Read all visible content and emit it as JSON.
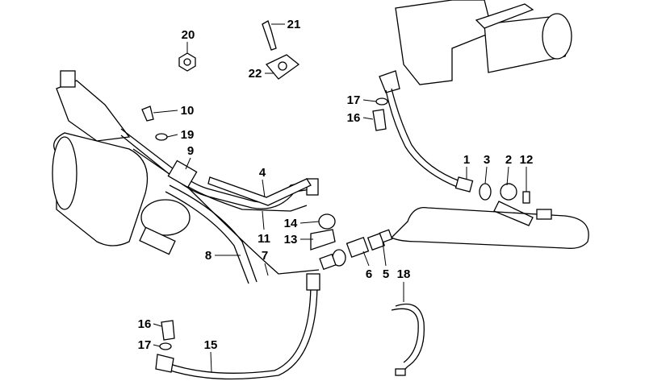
{
  "diagram": {
    "title": "Clutch hydraulic line parts diagram",
    "callouts": {
      "c20": "20",
      "c21": "21",
      "c22": "22",
      "c10": "10",
      "c19": "19",
      "c9": "9",
      "c4": "4",
      "c11": "11",
      "c14": "14",
      "c13": "13",
      "c8": "8",
      "c7": "7",
      "c6": "6",
      "c5": "5",
      "c18": "18",
      "c17a": "17",
      "c16a": "16",
      "c1": "1",
      "c3": "3",
      "c2": "2",
      "c12": "12",
      "c16b": "16",
      "c17b": "17",
      "c15": "15"
    }
  }
}
